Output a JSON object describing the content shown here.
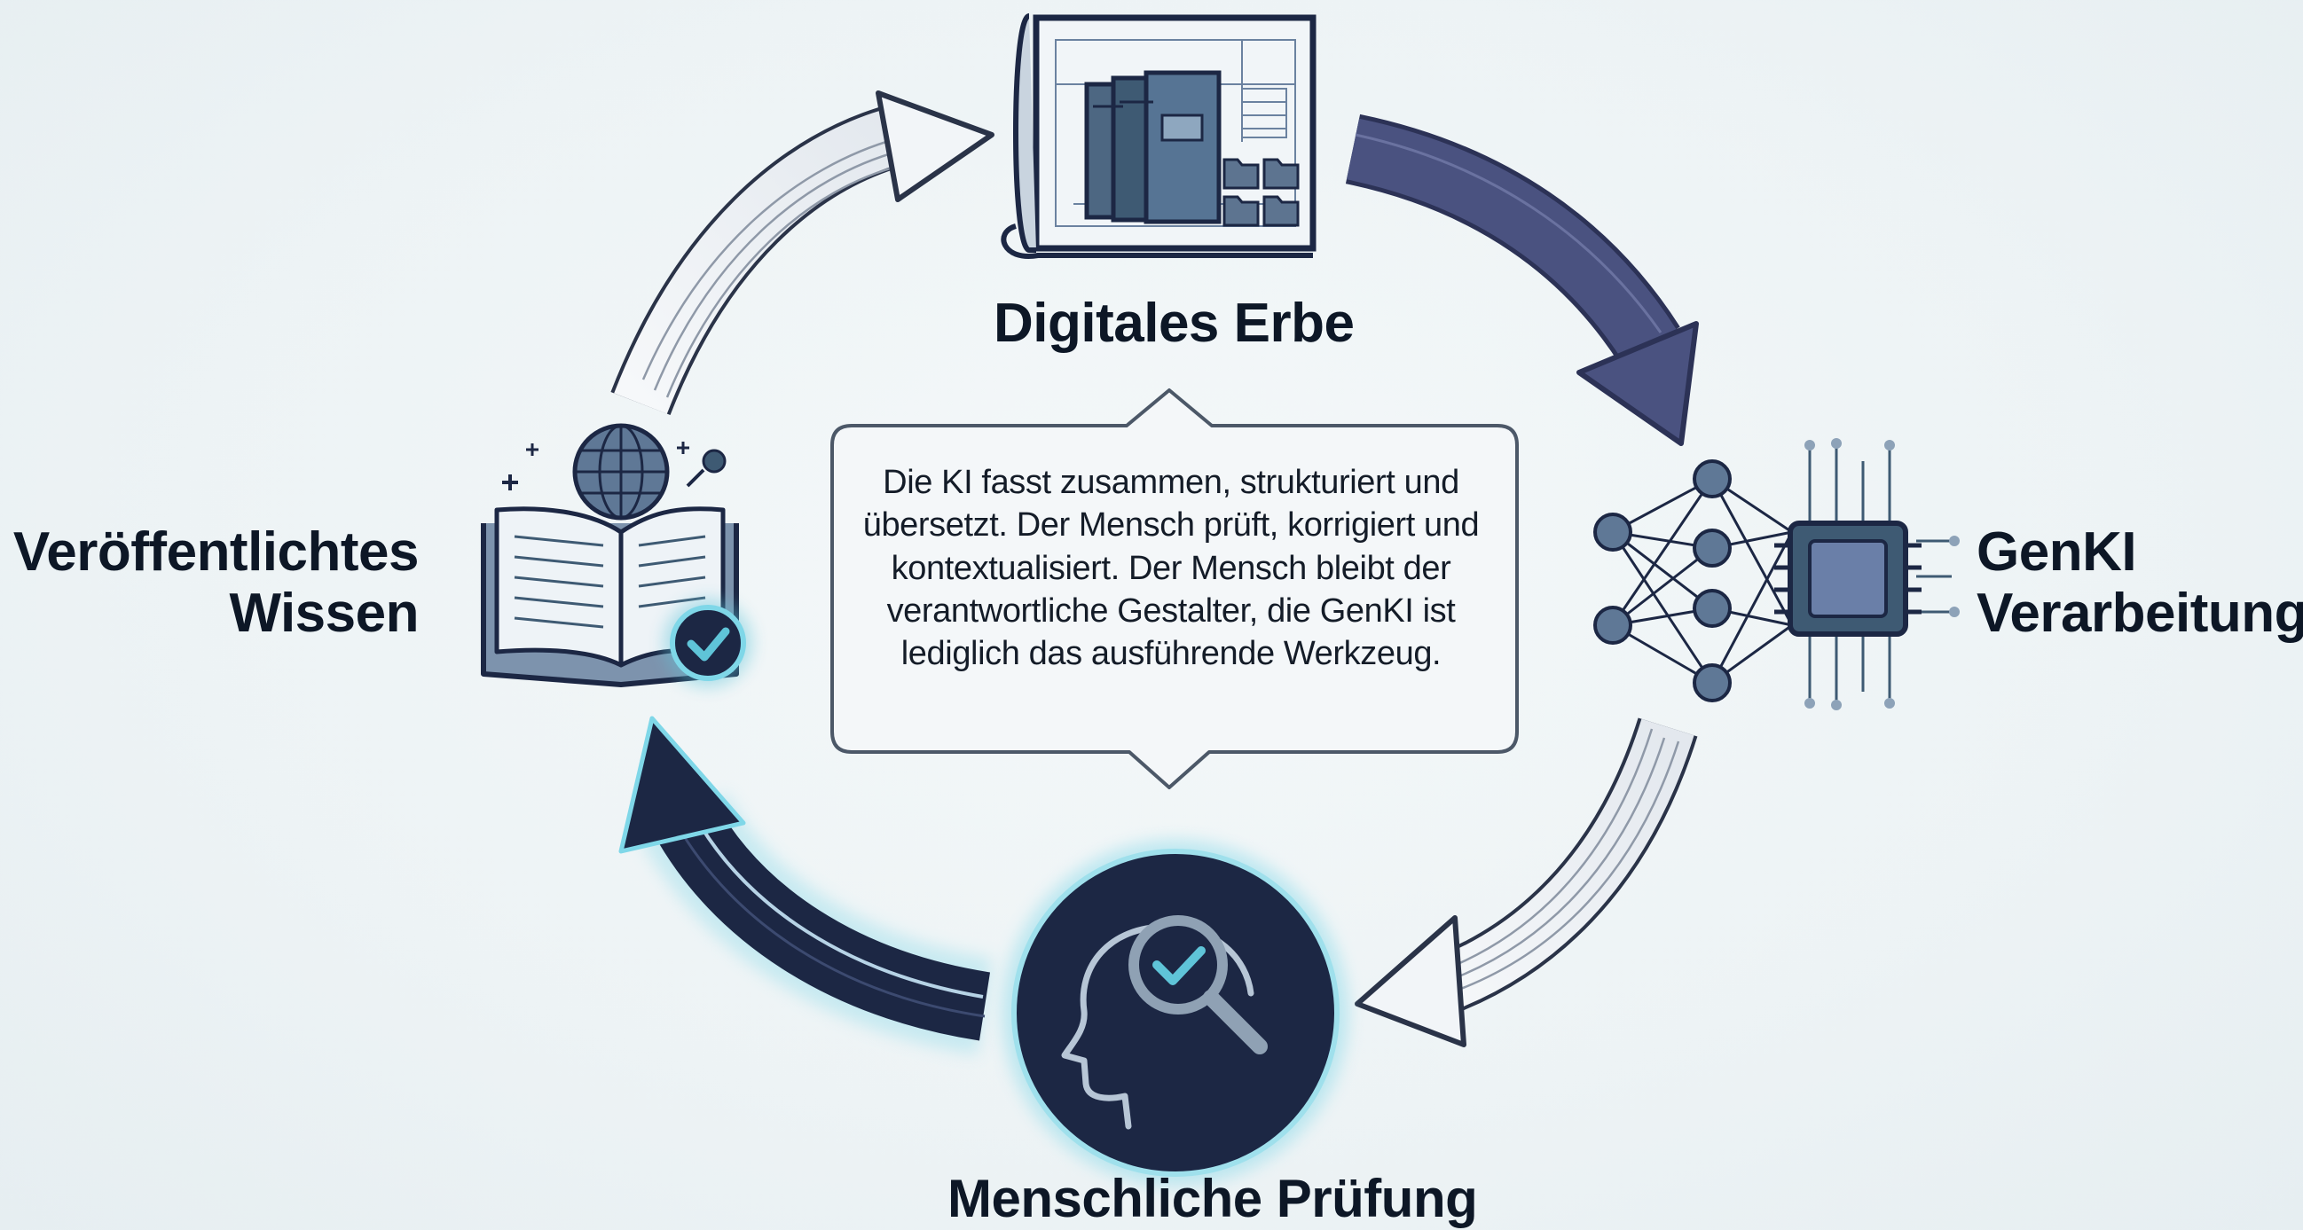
{
  "nodes": {
    "top": {
      "label": "Digitales Erbe",
      "icon": "archive-blueprint-books-icon"
    },
    "right": {
      "label_line1": "GenKI",
      "label_line2": "Verarbeitung",
      "icon": "neural-network-chip-icon"
    },
    "bottom": {
      "label": "Menschliche Prüfung",
      "icon": "head-magnifier-check-icon"
    },
    "left": {
      "label_line1": "Veröffentlichtes",
      "label_line2": "Wissen",
      "icon": "open-book-globe-check-icon"
    }
  },
  "center_callout": {
    "text": "Die KI fasst zusammen, strukturiert und übersetzt. Der Mensch prüft, korrigiert und kontextualisiert. Der Mensch bleibt der verantwortliche Gestalter, die GenKI ist lediglich das ausführende Werkzeug."
  },
  "colors": {
    "background": "#edf3f5",
    "navy": "#1c2744",
    "slate_blue": "#4a5280",
    "steel": "#3e5a73",
    "teal_accent": "#5fc4d8",
    "text": "#0d1726"
  }
}
